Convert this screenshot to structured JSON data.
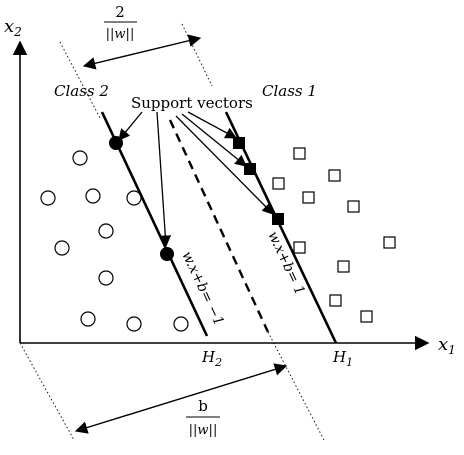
{
  "axes": {
    "x_label_base": "x",
    "x_label_sub": "1",
    "y_label_base": "x",
    "y_label_sub": "2"
  },
  "classes": {
    "class1": "Class 1",
    "class2": "Class 2"
  },
  "annotation": {
    "support_vectors": "Support vectors"
  },
  "margin_label": {
    "numerator": "2",
    "denominator": "||w||"
  },
  "bias_label": {
    "numerator": "b",
    "denominator": "||w||"
  },
  "hyperplanes": {
    "h1_base": "H",
    "h1_sub": "1",
    "h2_base": "H",
    "h2_sub": "2",
    "h1_equation": "w.x+b= 1",
    "h2_equation": "w.x+b= −1"
  },
  "colors": {
    "line": "#000000",
    "background": "#ffffff"
  }
}
